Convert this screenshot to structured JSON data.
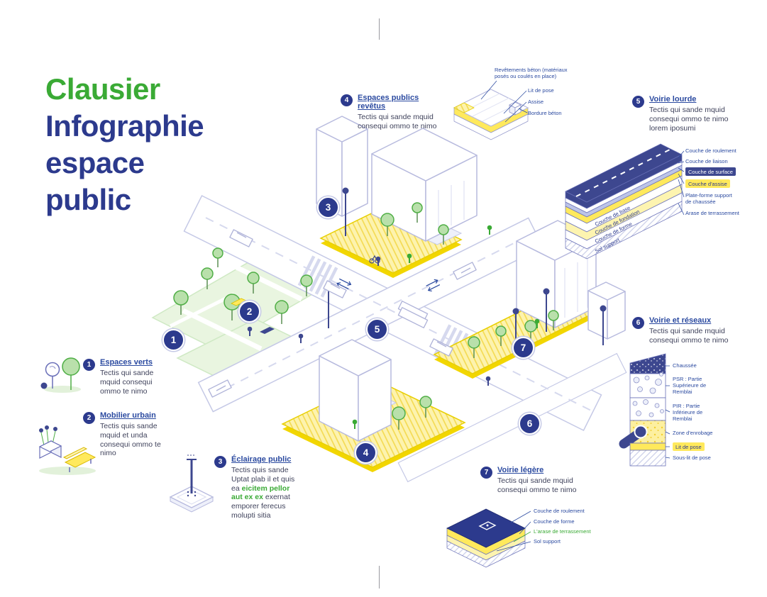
{
  "title": {
    "brand": "Clausier",
    "lines": [
      "Infographie",
      "espace",
      "public"
    ]
  },
  "legend": [
    {
      "num": "1",
      "label": "Espaces verts",
      "desc": "Tectis qui sande mquid consequi ommo te nimo"
    },
    {
      "num": "2",
      "label": "Mobilier urbain",
      "desc": "Tectis quis sande mquid et unda consequi ommo te nimo"
    },
    {
      "num": "3",
      "label": "Éclairage public",
      "desc_pre": "Tectis quis sande Uptat plab il et quis ea ",
      "desc_em": "eicitem pellor aut ex ex",
      "desc_post": " exernat emporer ferecus molupti sitia"
    },
    {
      "num": "4",
      "label": "Espaces publics revêtus",
      "desc": "Tectis qui sande mquid consequi ommo te nimo"
    },
    {
      "num": "5",
      "label": "Voirie lourde",
      "desc": "Tectis qui sande mquid consequi ommo te nimo lorem iposumi"
    },
    {
      "num": "6",
      "label": "Voirie et réseaux",
      "desc": "Tectis qui sande mquid consequi ommo te nimo"
    },
    {
      "num": "7",
      "label": "Voirie légère",
      "desc": "Tectis qui sande mquid consequi ommo te nimo"
    }
  ],
  "diagram_revetus": {
    "labels": [
      "Revêtements béton (matériaux posés ou coulés en place)",
      "Lit de pose",
      "Assise",
      "Bordure béton"
    ]
  },
  "diagram_voirie_lourde": {
    "side_labels": [
      "Couche de roulement",
      "Couche de liaison",
      "Couche de surface",
      "Couche d'assise",
      "Plate-forme support de chaussée",
      "Arase de terrassement"
    ],
    "face_labels": [
      "Couche de base",
      "Couche de fondation",
      "Couche de forme",
      "Sol support"
    ]
  },
  "diagram_reseaux": {
    "labels": [
      "Chaussée",
      "PSR : Partie Supérieure de Remblai",
      "PIR : Partie Inférieure de Remblai",
      "Zone d'enrobage",
      "Lit de pose",
      "Sous-lit de pose"
    ]
  },
  "diagram_voirie_legere": {
    "labels": [
      "Couche de roulement",
      "Couche de forme",
      "L'arase de terrassement",
      "Sol support"
    ]
  },
  "colors": {
    "green": "#3aaa35",
    "navy": "#2c3a8d",
    "label_blue": "#2b4aa0",
    "yellow": "#ffe95c"
  }
}
